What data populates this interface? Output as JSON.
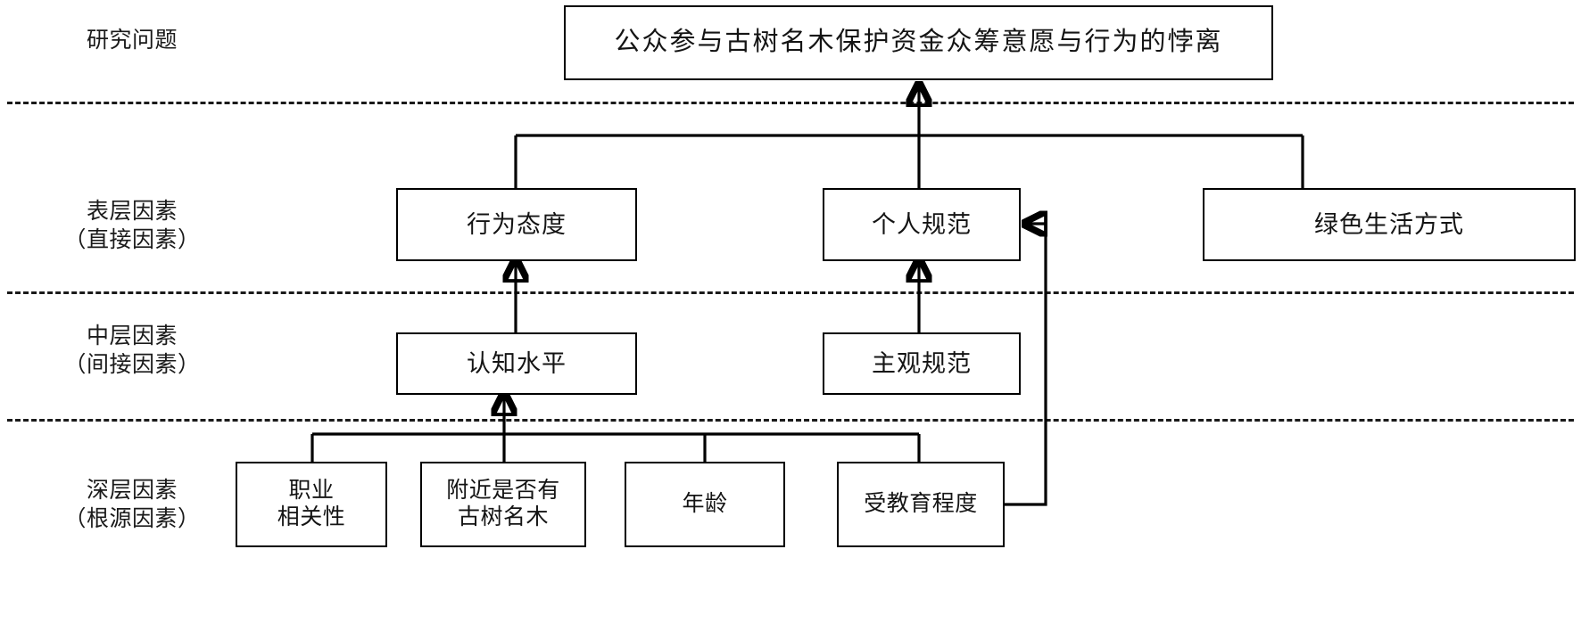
{
  "diagram": {
    "title_box": {
      "label": "公众参与古树名木保护资金众筹意愿与行为的悖离"
    },
    "layer_labels": [
      {
        "id": "research-question",
        "label": "研究问题"
      },
      {
        "id": "surface-factors",
        "label": "表层因素\n（直接因素）"
      },
      {
        "id": "middle-factors",
        "label": "中层因素\n（间接因素）"
      },
      {
        "id": "deep-factors",
        "label": "深层因素\n（根源因素）"
      }
    ],
    "surface_nodes": [
      {
        "id": "behavioral-attitude",
        "label": "行为态度"
      },
      {
        "id": "personal-norm",
        "label": "个人规范"
      },
      {
        "id": "green-lifestyle",
        "label": "绿色生活方式"
      }
    ],
    "middle_nodes": [
      {
        "id": "cognition-level",
        "label": "认知水平"
      },
      {
        "id": "subjective-norm",
        "label": "主观规范"
      }
    ],
    "deep_nodes": [
      {
        "id": "occupation-relevance",
        "label": "职业\n相关性"
      },
      {
        "id": "nearby-ancient-trees",
        "label": "附近是否有\n古树名木"
      },
      {
        "id": "age",
        "label": "年龄"
      },
      {
        "id": "education-level",
        "label": "受教育程度"
      }
    ],
    "colors": {
      "line": "#000000",
      "box_border": "#000000",
      "background": "#ffffff",
      "text": "#141414"
    }
  }
}
